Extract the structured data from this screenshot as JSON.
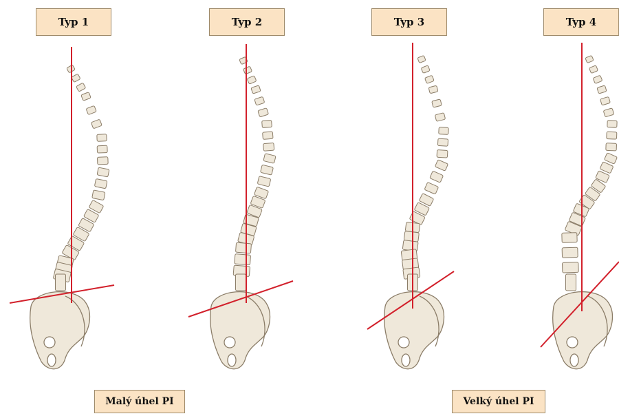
{
  "types": [
    {
      "label": "Typ 1"
    },
    {
      "label": "Typ 2"
    },
    {
      "label": "Typ 3"
    },
    {
      "label": "Typ 4"
    }
  ],
  "captions": {
    "small_pi": "Malý úhel PI",
    "large_pi": "Velký úhel PI"
  },
  "colors": {
    "line": "#d2202b",
    "bone_fill": "#efe8da",
    "bone_stroke": "#8b7d68",
    "label_bg": "#fbe3c4"
  }
}
